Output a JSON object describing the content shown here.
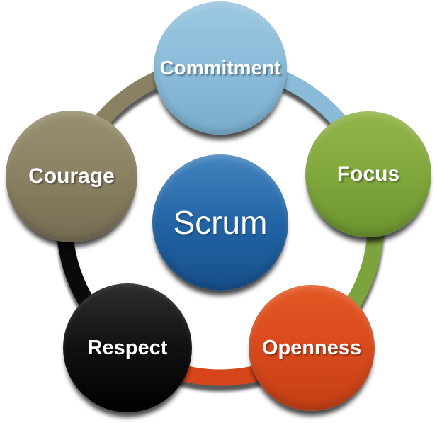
{
  "diagram": {
    "type": "cycle",
    "background": "#FFFFFF",
    "label_text_color": "#FFFFFF",
    "center": {
      "id": "scrum",
      "label": "Scrum",
      "color": "#2264A5",
      "gradient": {
        "top": "#4484BE",
        "bottom": "#164F8A"
      }
    },
    "nodes": [
      {
        "id": "commitment",
        "label": "Commitment",
        "color": "#8ABCDA",
        "gradient": {
          "top": "#9CC7E1",
          "bottom": "#79ADCD"
        }
      },
      {
        "id": "focus",
        "label": "Focus",
        "color": "#81A83C",
        "gradient": {
          "top": "#92B549",
          "bottom": "#6C9230"
        }
      },
      {
        "id": "openness",
        "label": "Openness",
        "color": "#D9491C",
        "gradient": {
          "top": "#E35825",
          "bottom": "#C23F15"
        }
      },
      {
        "id": "respect",
        "label": "Respect",
        "color": "#111111",
        "gradient": {
          "top": "#2E2E2E",
          "bottom": "#000000"
        }
      },
      {
        "id": "courage",
        "label": "Courage",
        "color": "#8A8163",
        "gradient": {
          "top": "#98906F",
          "bottom": "#746B51"
        }
      }
    ],
    "ring": {
      "segments": [
        {
          "from": "commitment",
          "to": "focus",
          "color": "#8ABCDA"
        },
        {
          "from": "focus",
          "to": "openness",
          "color": "#7DA33C"
        },
        {
          "from": "openness",
          "to": "respect",
          "color": "#D6451A"
        },
        {
          "from": "respect",
          "to": "courage",
          "color": "#0A0A0A"
        },
        {
          "from": "courage",
          "to": "commitment",
          "color": "#8A8163"
        }
      ]
    }
  }
}
